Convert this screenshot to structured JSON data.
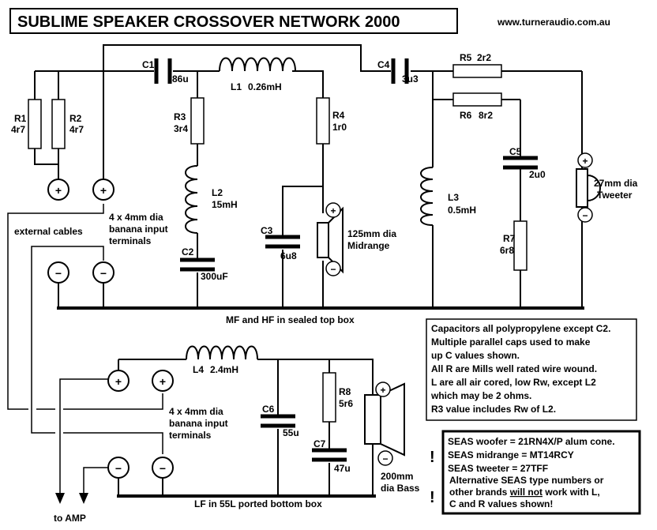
{
  "title": "SUBLIME SPEAKER CROSSOVER NETWORK 2000",
  "website": "www.turneraudio.com.au",
  "components": {
    "c1": {
      "ref": "C1",
      "value": "86u"
    },
    "l1": {
      "ref": "L1",
      "value": "0.26mH"
    },
    "c4": {
      "ref": "C4",
      "value": "3u3"
    },
    "r5": {
      "ref": "R5",
      "value": "2r2"
    },
    "r6": {
      "ref": "R6",
      "value": "8r2"
    },
    "r1": {
      "ref": "R1",
      "value": "4r7"
    },
    "r2": {
      "ref": "R2",
      "value": "4r7"
    },
    "r3": {
      "ref": "R3",
      "value": "3r4"
    },
    "r4": {
      "ref": "R4",
      "value": "1r0"
    },
    "l2": {
      "ref": "L2",
      "value": "15mH"
    },
    "c2": {
      "ref": "C2",
      "value": "300uF"
    },
    "c3": {
      "ref": "C3",
      "value": "6u8"
    },
    "l3": {
      "ref": "L3",
      "value": "0.5mH"
    },
    "c5": {
      "ref": "C5",
      "value": "2u0"
    },
    "r7": {
      "ref": "R7",
      "value": "6r8"
    },
    "l4": {
      "ref": "L4",
      "value": "2.4mH"
    },
    "c6": {
      "ref": "C6",
      "value": "55u"
    },
    "r8": {
      "ref": "R8",
      "value": "5r6"
    },
    "c7": {
      "ref": "C7",
      "value": "47u"
    }
  },
  "drivers": {
    "tweeter": {
      "line1": "27mm dia",
      "line2": "Tweeter"
    },
    "midrange": {
      "line1": "125mm dia",
      "line2": "Midrange"
    },
    "bass": {
      "line1": "200mm",
      "line2": "dia Bass"
    }
  },
  "labels": {
    "upper_terminals": [
      "4 x 4mm dia",
      "banana input",
      "terminals"
    ],
    "lower_terminals": [
      "4 x 4mm dia",
      "banana input",
      "terminals"
    ],
    "external_cables": "external cables",
    "mf_hf_box": "MF and HF in sealed top box",
    "lf_box": "LF in 55L ported bottom box",
    "to_amp": "to AMP",
    "plus": "+",
    "minus": "−",
    "warning": "!"
  },
  "notes": [
    "Capacitors all polypropylene except C2.",
    "Multiple parallel caps used to make",
    "up C values shown.",
    "All R are Mills well rated wire wound.",
    "L are all air cored, low Rw, except L2",
    "which may be 2 ohms.",
    "R3 value includes Rw of L2."
  ],
  "seas_prefix": "SEAS",
  "seas": [
    {
      "driver": "woofer",
      "model": "21RN4X/P alum cone."
    },
    {
      "driver": "midrange",
      "model": "MT14RCY"
    },
    {
      "driver": "tweeter",
      "model": "27TFF"
    }
  ],
  "seas_warning": {
    "line1": "Alternative SEAS type numbers or",
    "line2_before": "other brands ",
    "line2_emph": "will not",
    "line2_after": " work with L,",
    "line3": "C and R values shown!"
  }
}
